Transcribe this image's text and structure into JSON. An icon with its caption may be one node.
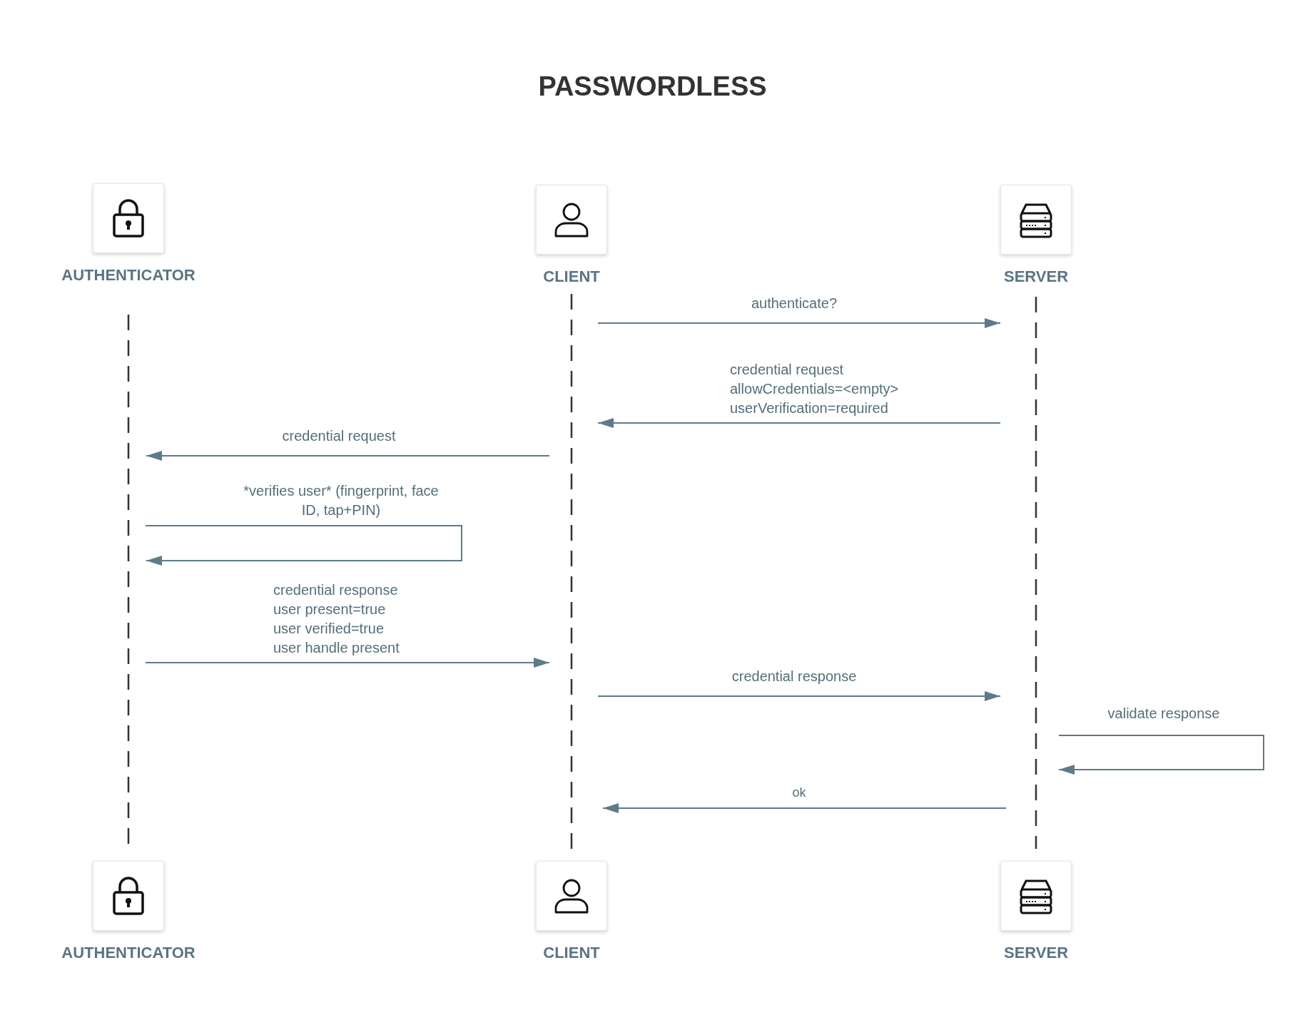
{
  "diagram": {
    "title": "PASSWORDLESS",
    "nodes": [
      {
        "text": [
          "AUTHENTICATOR"
        ]
      },
      {
        "text": [
          "CLIENT"
        ]
      },
      {
        "text": [
          "SERVER"
        ]
      },
      {
        "text": [],
        "shape": "line"
      },
      {
        "text": [],
        "shape": "line"
      },
      {
        "text": [],
        "shape": "line"
      },
      {
        "text": [
          "AUTHENTICATOR"
        ]
      },
      {
        "text": [
          "CLIENT"
        ]
      },
      {
        "text": [
          "SERVER"
        ]
      }
    ],
    "edges": [
      {
        "from": 4,
        "to": 5,
        "arrow": "to",
        "label": "authenticate?"
      },
      {
        "from": 5,
        "to": 4,
        "arrow": "to",
        "label": "credential request allowCredentials=<empty> userVerification=required"
      },
      {
        "from": 4,
        "to": 3,
        "arrow": "to",
        "label": "credential request"
      },
      {
        "from": 3,
        "to": 3,
        "arrow": "to",
        "label": "*verifies user* (fingerprint, face ID, tap+PIN)"
      },
      {
        "from": 3,
        "to": 4,
        "arrow": "to",
        "label": "credential response user present=true user verified=true user handle present"
      },
      {
        "from": 4,
        "to": 5,
        "arrow": "to",
        "label": "credential response"
      },
      {
        "from": 5,
        "to": 5,
        "arrow": "to",
        "label": "validate response"
      },
      {
        "from": 5,
        "to": 4,
        "arrow": "to",
        "label": "ok"
      }
    ]
  }
}
